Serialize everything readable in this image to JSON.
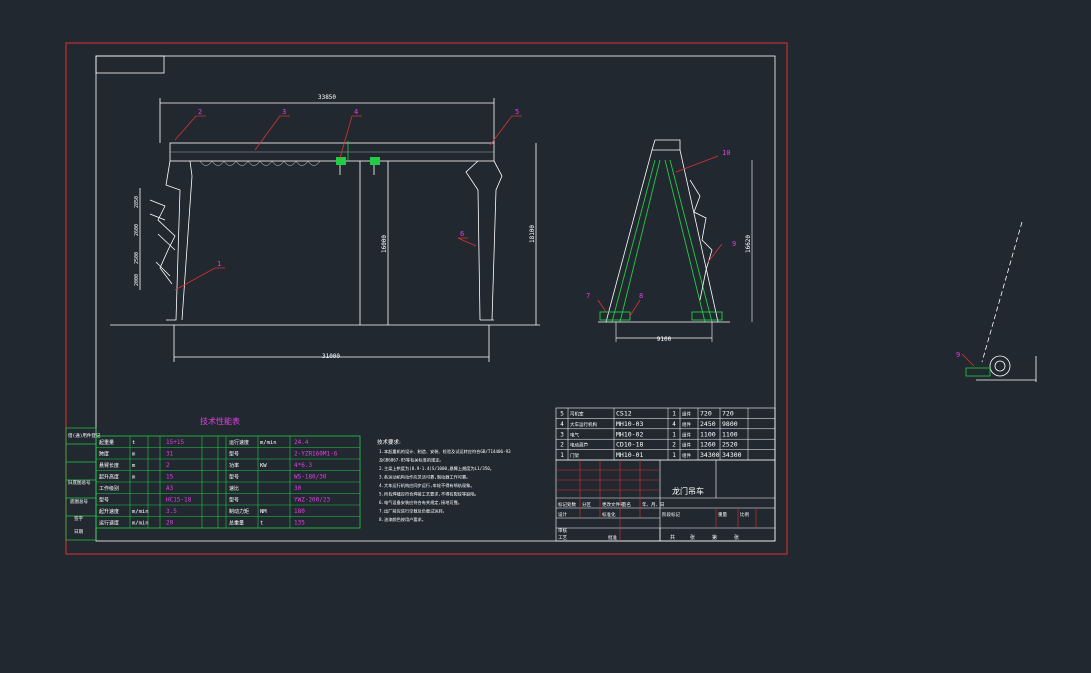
{
  "drawing": {
    "dims": {
      "span": "33850",
      "rail": "31000",
      "inner_h": "16000",
      "total_h": "18100",
      "side_h": "16620",
      "gauge": "9100",
      "d1": "2850",
      "d2": "2600",
      "d3": "2500",
      "d4": "2000"
    },
    "callouts_front": [
      "1",
      "2",
      "3",
      "4",
      "5",
      "6"
    ],
    "callouts_side": [
      "7",
      "8",
      "9",
      "10"
    ],
    "callout_detail": "9"
  },
  "tech_table": {
    "title": "技术性能表",
    "left": [
      {
        "name": "起重量",
        "unit": "t",
        "value": "15+15"
      },
      {
        "name": "跨度",
        "unit": "m",
        "value": "31"
      },
      {
        "name": "悬臂长度",
        "unit": "m",
        "value": "2"
      },
      {
        "name": "起升高度",
        "unit": "m",
        "value": "15"
      },
      {
        "name": "工作级别",
        "unit": "",
        "value": "A3"
      },
      {
        "name": "型号",
        "unit": "",
        "value": "HC15-18"
      },
      {
        "name": "起升速度",
        "unit": "m/min",
        "value": "3.5"
      },
      {
        "name": "运行速度",
        "unit": "m/min",
        "value": "20"
      }
    ],
    "right": [
      {
        "name": "运行速度",
        "unit": "m/min",
        "value": "24.4"
      },
      {
        "name": "型号",
        "unit": "",
        "value": "2-YZR160M1-6"
      },
      {
        "name": "功率",
        "unit": "KW",
        "value": "4*6.3"
      },
      {
        "name": "型号",
        "unit": "",
        "value": "WS-180/30"
      },
      {
        "name": "速比",
        "unit": "",
        "value": "30"
      },
      {
        "name": "型号",
        "unit": "",
        "value": "YWZ-200/23"
      },
      {
        "name": "制动力矩",
        "unit": "NM",
        "value": "180"
      },
      {
        "name": "总重量",
        "unit": "t",
        "value": "135"
      }
    ]
  },
  "notes": {
    "title": "技术要求:",
    "lines": [
      "1.本起重机的设计、制造、安装、检验及试运转应符合GB/T14406-93",
      "  及GB6067-85等有关标准的规定。",
      "2.主梁上拱度为(0.9-1.4)S/1000,悬臂上翘度为L1/350。",
      "3.各运动机构动作应灵活可靠,制动器工作可靠。",
      "4.大车运行机构应同步运行,车轮不得有啃轨现象。",
      "5.所有焊缝应符合焊接工艺要求,不得有裂纹等缺陷。",
      "6.电气设备安装应符合有关规定,接地可靠。",
      "7.出厂前应进行空载及负载试运转。",
      "8.油漆颜色按用户要求。"
    ]
  },
  "parts": [
    {
      "no": "5",
      "name": "司机室",
      "code": "CS12",
      "qty": "1",
      "mat": "组件",
      "w1": "720",
      "w2": "720"
    },
    {
      "no": "4",
      "name": "大车运行机构",
      "code": "MH10-03",
      "qty": "4",
      "mat": "组件",
      "w1": "2450",
      "w2": "9800"
    },
    {
      "no": "3",
      "name": "电气",
      "code": "MH10-02",
      "qty": "1",
      "mat": "组件",
      "w1": "1100",
      "w2": "1100"
    },
    {
      "no": "2",
      "name": "电动葫芦",
      "code": "CD10-18",
      "qty": "2",
      "mat": "组件",
      "w1": "1260",
      "w2": "2520"
    },
    {
      "no": "1",
      "name": "门架",
      "code": "MH10-01",
      "qty": "1",
      "mat": "组件",
      "w1": "34300",
      "w2": "34300"
    }
  ],
  "title_block": {
    "name": "龙门吊车",
    "row_a": [
      "标记处数",
      "分区",
      "更改文件号",
      "签名",
      "年、月、日"
    ],
    "row_b": [
      "设计",
      "标准化",
      "阶段标记",
      "重量",
      "比例"
    ],
    "row_c": [
      "审核",
      "工艺",
      "批准"
    ],
    "row_d": [
      "共",
      "张",
      "第",
      "张"
    ]
  },
  "side_labels": [
    "借(通)用件登记",
    "旧底图总号",
    "底图总号",
    "签字",
    "日期"
  ]
}
